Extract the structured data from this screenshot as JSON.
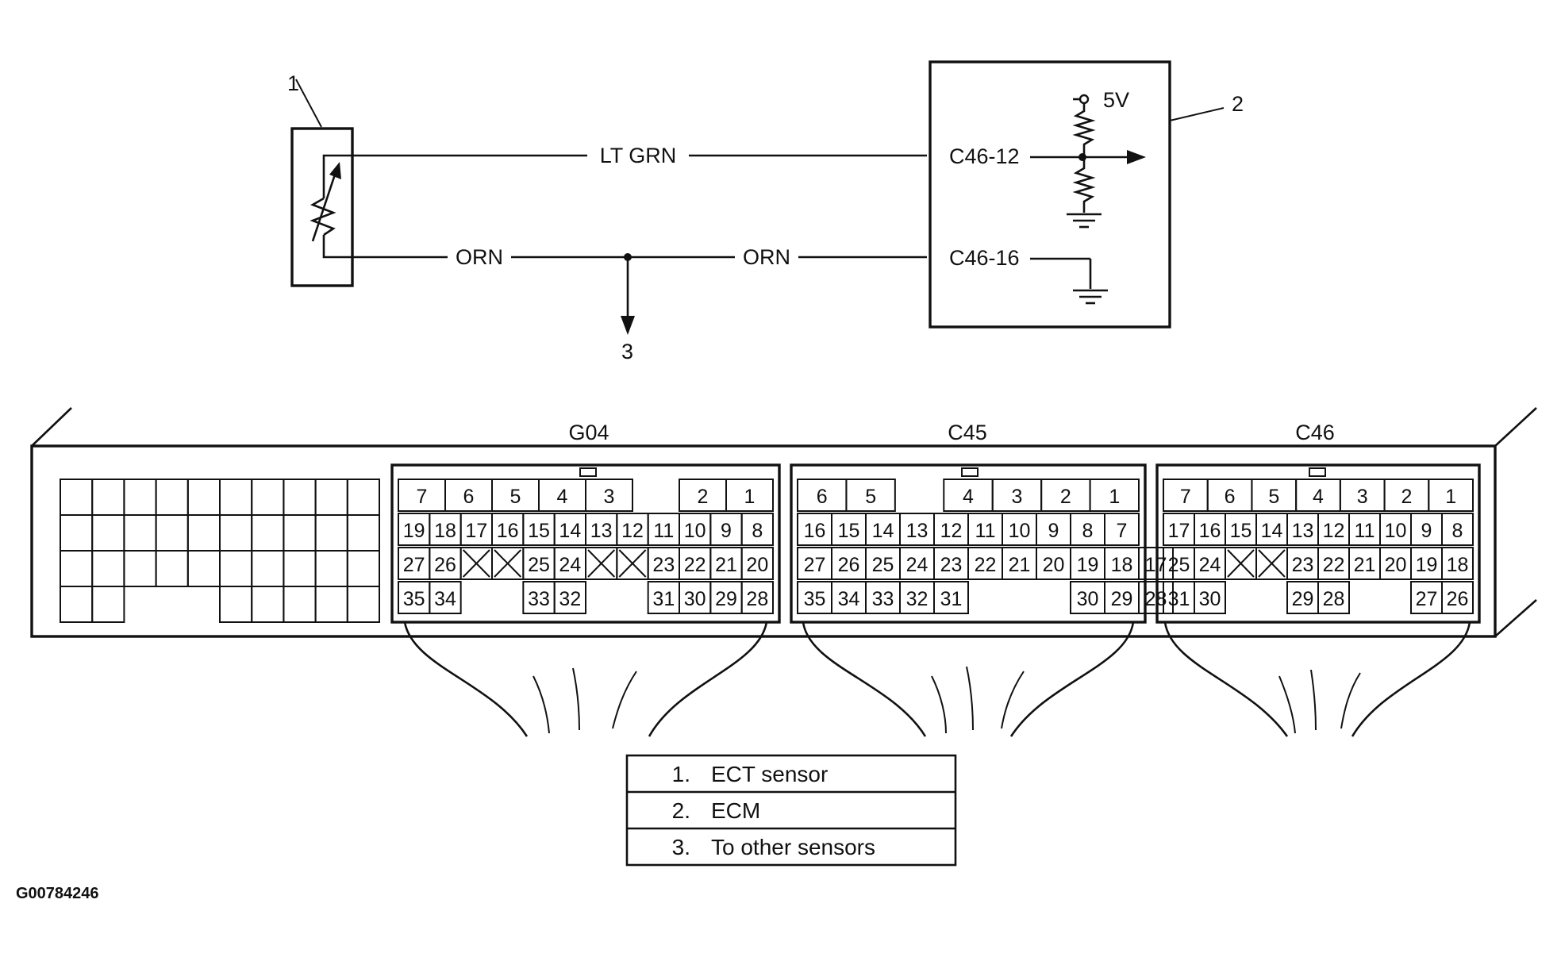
{
  "schematic": {
    "callout_sensor": "1",
    "callout_ecm": "2",
    "callout_other": "3",
    "wire_signal": "LT GRN",
    "wire_ground_left": "ORN",
    "wire_ground_right": "ORN",
    "pin_signal": "C46-12",
    "pin_ground": "C46-16",
    "supply": "5V"
  },
  "connectors": {
    "left_block_rows": [
      [
        1,
        1,
        1,
        1,
        1,
        1,
        1,
        1,
        1,
        1
      ],
      [
        1,
        1,
        1,
        1,
        1,
        1,
        1,
        1,
        1,
        1
      ],
      [
        1,
        1,
        1,
        1,
        1,
        1,
        1,
        1,
        1,
        1
      ],
      [
        1,
        1,
        0,
        0,
        0,
        1,
        1,
        1,
        1,
        1
      ]
    ],
    "blocks": [
      {
        "name": "G04",
        "rows": [
          [
            "7",
            "6",
            "5",
            "4",
            "3",
            "",
            "2",
            "1"
          ],
          [
            "19",
            "18",
            "17",
            "16",
            "15",
            "14",
            "13",
            "12",
            "11",
            "10",
            "9",
            "8"
          ],
          [
            "27",
            "26",
            "X",
            "X",
            "25",
            "24",
            "X",
            "X",
            "23",
            "22",
            "21",
            "20"
          ],
          [
            "35",
            "34",
            "",
            "",
            "33",
            "32",
            "",
            "",
            "31",
            "30",
            "29",
            "28"
          ]
        ]
      },
      {
        "name": "C45",
        "rows": [
          [
            "6",
            "5",
            "",
            "4",
            "3",
            "2",
            "1"
          ],
          [
            "16",
            "15",
            "14",
            "13",
            "12",
            "11",
            "10",
            "9",
            "8",
            "7"
          ],
          [
            "27",
            "26",
            "25",
            "24",
            "23",
            "22",
            "21",
            "20",
            "19",
            "18",
            "17"
          ],
          [
            "35",
            "34",
            "33",
            "32",
            "31",
            "",
            "",
            "",
            "30",
            "29",
            "28"
          ]
        ]
      },
      {
        "name": "C46",
        "rows": [
          [
            "7",
            "6",
            "5",
            "4",
            "3",
            "2",
            "1"
          ],
          [
            "17",
            "16",
            "15",
            "14",
            "13",
            "12",
            "11",
            "10",
            "9",
            "8"
          ],
          [
            "25",
            "24",
            "X",
            "X",
            "23",
            "22",
            "21",
            "20",
            "19",
            "18"
          ],
          [
            "31",
            "30",
            "",
            "",
            "29",
            "28",
            "",
            "",
            "27",
            "26"
          ]
        ]
      }
    ]
  },
  "legend": [
    {
      "num": "1.",
      "text": "ECT sensor"
    },
    {
      "num": "2.",
      "text": "ECM"
    },
    {
      "num": "3.",
      "text": "To other sensors"
    }
  ],
  "figure_id": "G00784246"
}
